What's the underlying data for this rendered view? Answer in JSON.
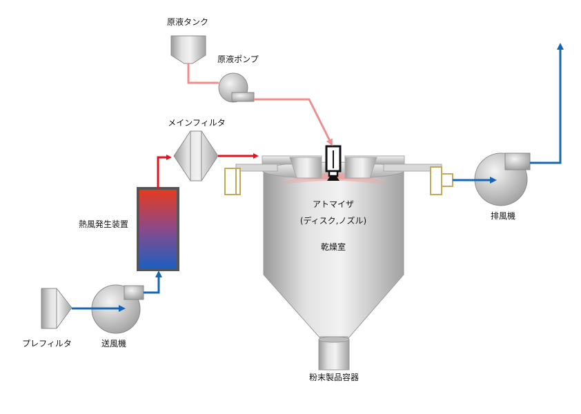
{
  "labels": {
    "stock_tank": "原液タンク",
    "feed_pump": "原液ポンプ",
    "main_filter": "メインフィルタ",
    "heater": "熱風発生装置",
    "pre_filter": "プレフィルタ",
    "supply_blower": "送風機",
    "atomizer": "アトマイザ",
    "atomizer_type": "(ディスク,ノズル)",
    "drying_chamber": "乾燥室",
    "powder_container": "粉末製品容器",
    "exhaust_blower": "排風機"
  },
  "colors": {
    "hot_air": "#e8101a",
    "cold_air": "#1565b7",
    "liquid": "#f08d8d",
    "equipment_gray": "#c8c8c8",
    "outline": "#555555",
    "bracket": "#c2a95a"
  }
}
